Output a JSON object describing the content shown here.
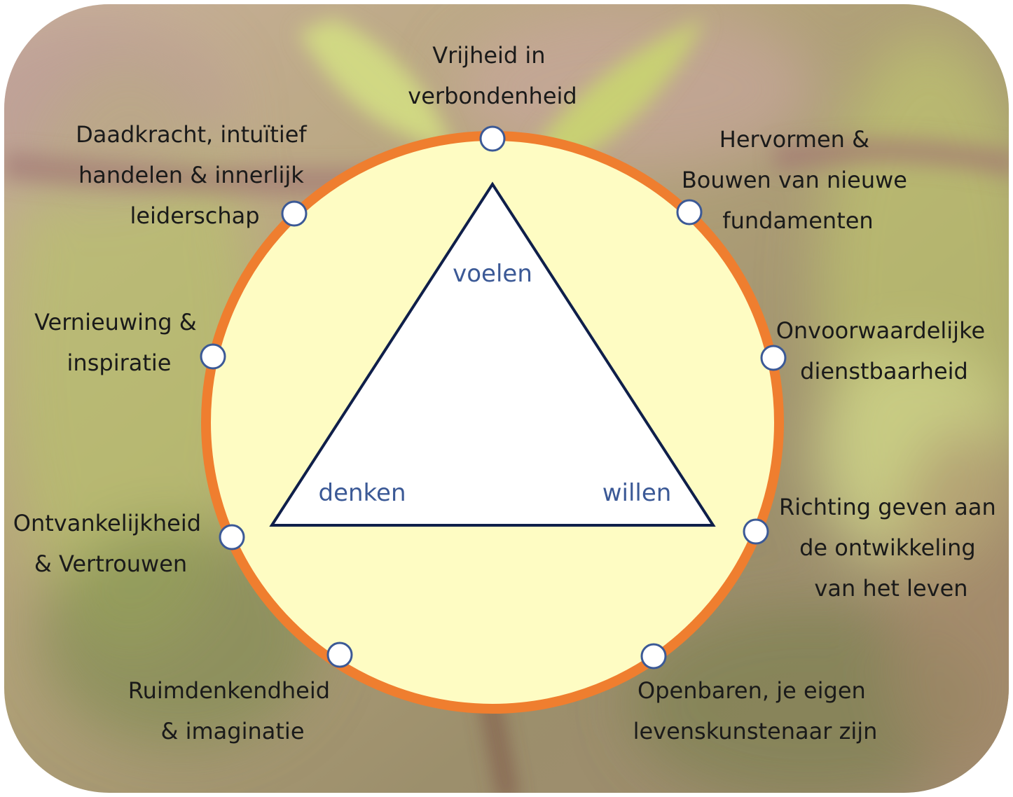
{
  "diagram": {
    "triangle": {
      "top_label": "voelen",
      "left_label": "denken",
      "right_label": "willen"
    },
    "labels": {
      "top": [
        "Vrijheid in",
        "verbondenheid"
      ],
      "upper_right": [
        "Hervormen &",
        "Bouwen van nieuwe",
        "fundamenten"
      ],
      "right": [
        "Onvoorwaardelijke",
        "dienstbaarheid"
      ],
      "lower_right": [
        "Richting geven aan",
        "de ontwikkeling",
        "van het leven"
      ],
      "bottom_right": [
        "Openbaren, je eigen",
        "levenskunstenaar zijn"
      ],
      "bottom_left": [
        "Ruimdenkendheid",
        "& imaginatie"
      ],
      "lower_left": [
        "Ontvankelijkheid",
        "& Vertrouwen"
      ],
      "left": [
        "Vernieuwing &",
        "inspiratie"
      ],
      "upper_left": [
        "Daadkracht, intuïtief",
        "handelen & innerlijk",
        "leiderschap"
      ]
    },
    "colors": {
      "circle_fill": "#fefcc3",
      "circle_stroke": "#ef7e2f",
      "triangle_stroke": "#0f1f4a",
      "triangle_text": "#3b5996",
      "node_stroke": "#3b5996"
    }
  }
}
